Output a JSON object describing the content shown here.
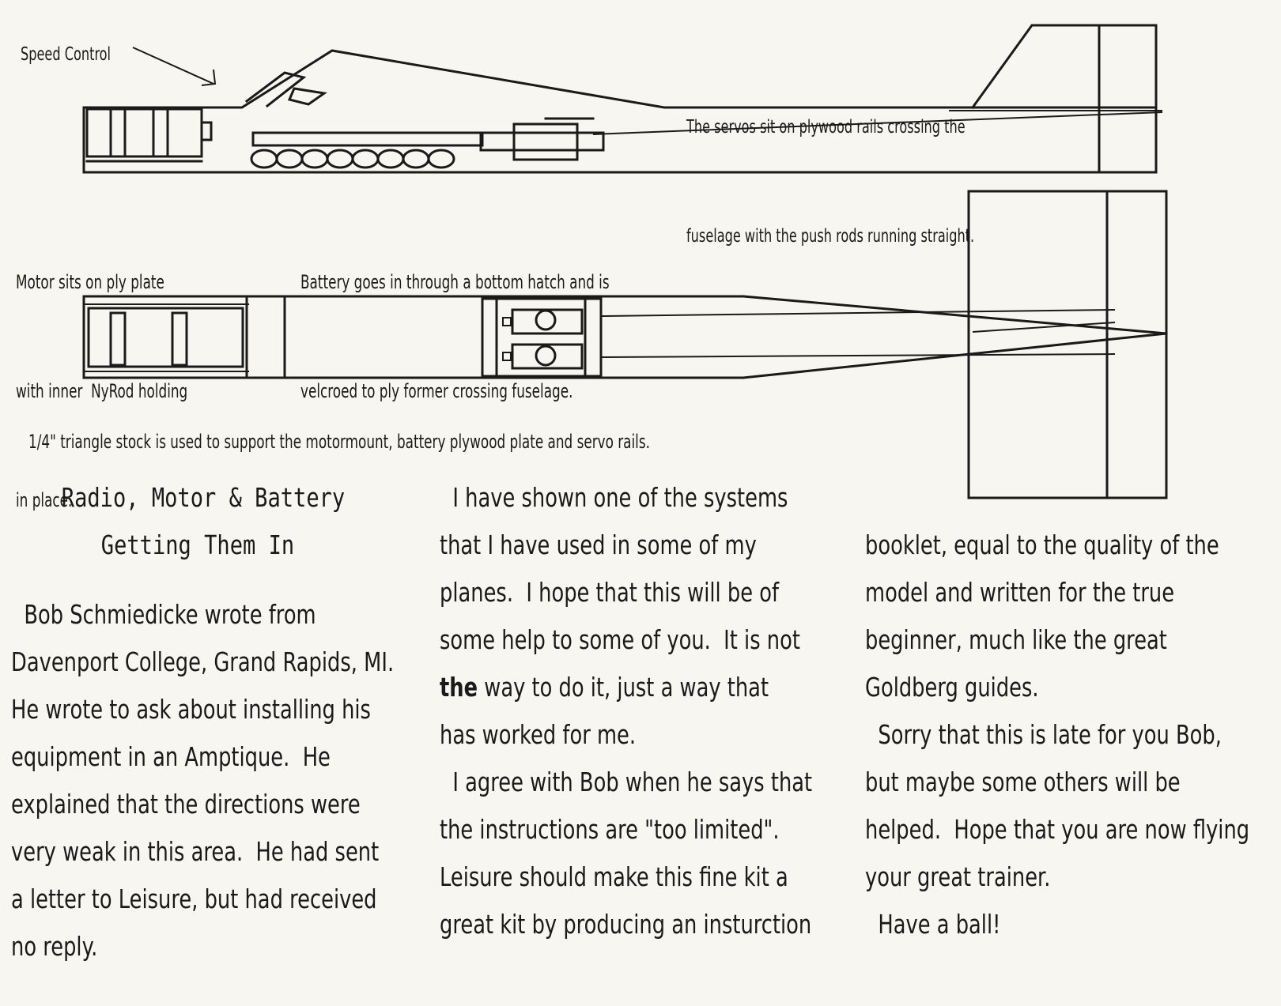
{
  "diagram": {
    "label_speed_control": "Speed Control",
    "label_servos": [
      "The servos sit on plywood rails crossing the",
      "fuselage with the push rods running straight."
    ],
    "label_motor": [
      "Motor sits on ply plate",
      "with inner  NyRod holding",
      "in place."
    ],
    "label_battery": [
      "Battery goes in through a bottom hatch and is",
      "velcroed to ply former crossing fuselage."
    ],
    "caption": "1/4\" triangle stock is used to support the motormount, battery plywood plate and servo rails."
  },
  "article": {
    "heading": [
      "Radio, Motor & Battery",
      "Getting Them In"
    ],
    "column1": [
      "  Bob Schmiedicke wrote from",
      "Davenport College, Grand Rapids, MI.",
      "He wrote to ask about installing his",
      "equipment in an Amptique.  He",
      "explained that the directions were",
      "very weak in this area.  He had sent",
      "a letter to Leisure, but had received",
      "no reply."
    ],
    "column2_top": [
      "  I have shown one of the systems",
      "that I have used in some of my",
      "planes.  I hope that this will be of",
      "some help to some of you.  It is not"
    ],
    "column2_bold_word": "the",
    "column2_after_bold": " way to do it, just a way that",
    "column2_bottom": [
      "has worked for me.",
      "  I agree with Bob when he says that",
      "the instructions are \"too limited\".",
      "Leisure should make this fine kit a",
      "great kit by producing an insturction"
    ],
    "column3": [
      "booklet, equal to the quality of the",
      "model and written for the true",
      "beginner, much like the great",
      "Goldberg guides.",
      "  Sorry that this is late for you Bob,",
      "but maybe some others will be",
      "helped.  Hope that you are now flying",
      "your great trainer.",
      "  Have a ball!"
    ]
  }
}
